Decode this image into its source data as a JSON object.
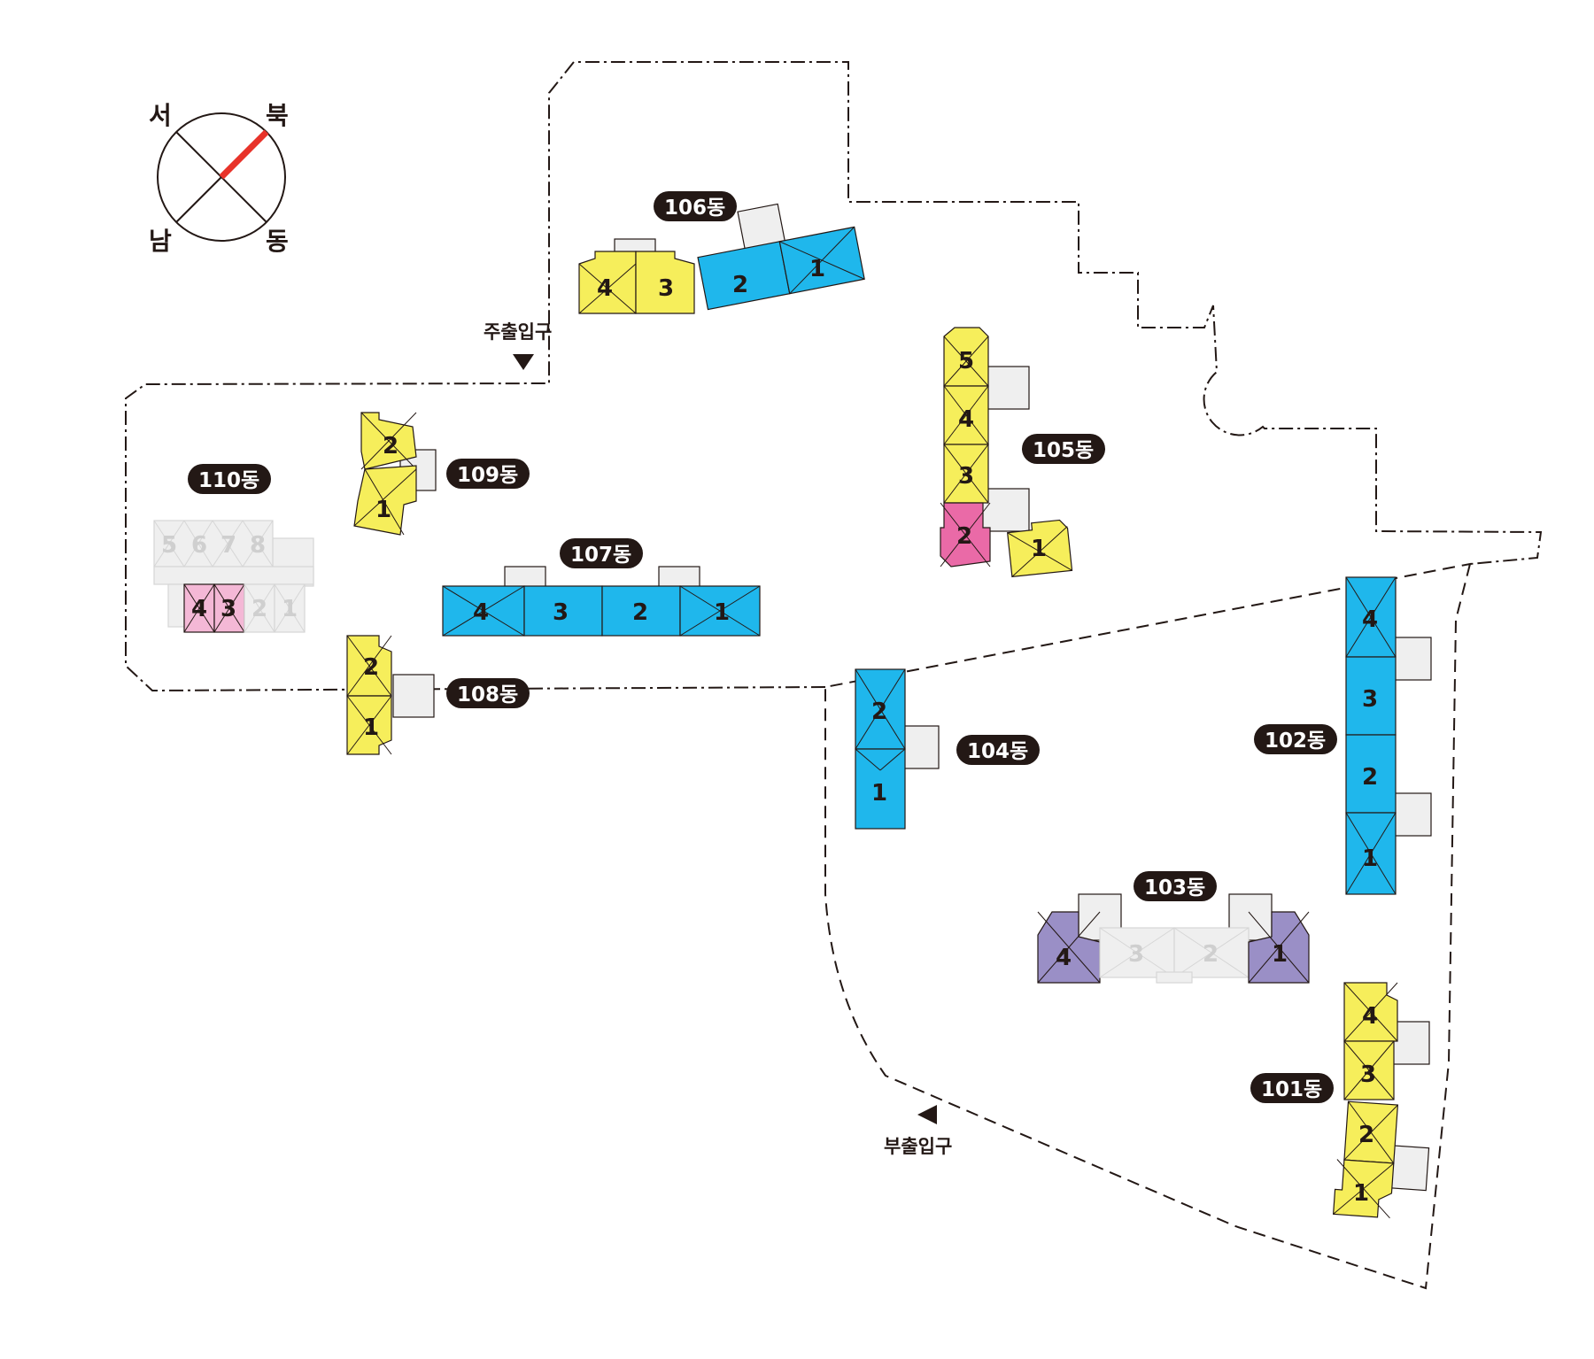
{
  "compass": {
    "north": "북",
    "south": "남",
    "east": "동",
    "west": "서",
    "needle_color": "#e8332a"
  },
  "entrances": {
    "main": "주출입구",
    "sub": "부출입구"
  },
  "colors": {
    "yellow": "#f6ee5b",
    "blue": "#1fb7ec",
    "pink": "#ea6aa7",
    "light_pink": "#f4b8d6",
    "purple": "#9a8fc6",
    "gray": "#efefef"
  },
  "buildings": [
    {
      "label": "101동",
      "units": [
        "4",
        "3",
        "2",
        "1"
      ]
    },
    {
      "label": "102동",
      "units": [
        "4",
        "3",
        "2",
        "1"
      ]
    },
    {
      "label": "103동",
      "units": [
        "4",
        "3",
        "2",
        "1"
      ]
    },
    {
      "label": "104동",
      "units": [
        "2",
        "1"
      ]
    },
    {
      "label": "105동",
      "units": [
        "5",
        "4",
        "3",
        "2",
        "1"
      ]
    },
    {
      "label": "106동",
      "units": [
        "4",
        "3",
        "2",
        "1"
      ]
    },
    {
      "label": "107동",
      "units": [
        "4",
        "3",
        "2",
        "1"
      ]
    },
    {
      "label": "108동",
      "units": [
        "2",
        "1"
      ]
    },
    {
      "label": "109동",
      "units": [
        "2",
        "1"
      ]
    },
    {
      "label": "110동",
      "units": [
        "5",
        "6",
        "7",
        "8",
        "4",
        "3",
        "2",
        "1"
      ]
    }
  ]
}
